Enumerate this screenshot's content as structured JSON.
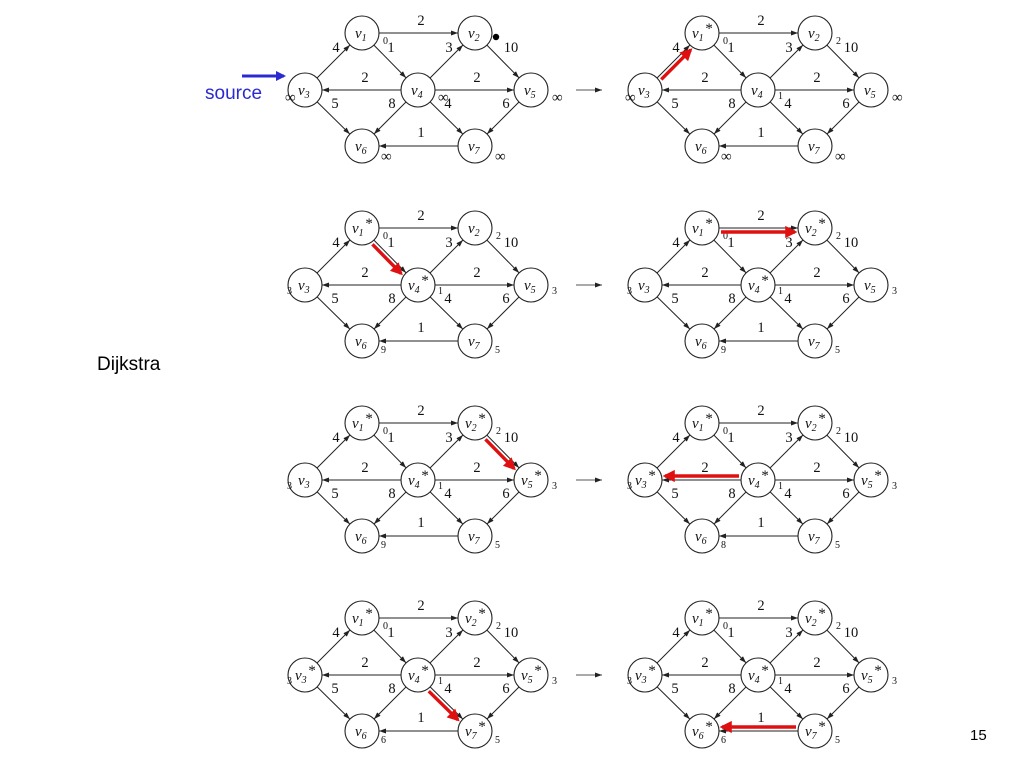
{
  "slide": {
    "side_label": "Dijkstra",
    "source_label": "source",
    "page_number": "15",
    "colors": {
      "highlight": "#e01010",
      "source": "#2a2ad0"
    }
  },
  "graph": {
    "nodes": [
      {
        "id": "v1",
        "name": "v",
        "sub": "1"
      },
      {
        "id": "v2",
        "name": "v",
        "sub": "2"
      },
      {
        "id": "v3",
        "name": "v",
        "sub": "3"
      },
      {
        "id": "v4",
        "name": "v",
        "sub": "4"
      },
      {
        "id": "v5",
        "name": "v",
        "sub": "5"
      },
      {
        "id": "v6",
        "name": "v",
        "sub": "6"
      },
      {
        "id": "v7",
        "name": "v",
        "sub": "7"
      }
    ],
    "edges": [
      {
        "from": "v1",
        "to": "v2",
        "w": "2"
      },
      {
        "from": "v3",
        "to": "v1",
        "w": "4"
      },
      {
        "from": "v1",
        "to": "v4",
        "w": "1"
      },
      {
        "from": "v4",
        "to": "v2",
        "w": "3"
      },
      {
        "from": "v2",
        "to": "v5",
        "w": "10"
      },
      {
        "from": "v4",
        "to": "v3",
        "w": "2"
      },
      {
        "from": "v4",
        "to": "v5",
        "w": "2"
      },
      {
        "from": "v3",
        "to": "v6",
        "w": "5"
      },
      {
        "from": "v4",
        "to": "v6",
        "w": "8"
      },
      {
        "from": "v4",
        "to": "v7",
        "w": "4"
      },
      {
        "from": "v5",
        "to": "v7",
        "w": "6"
      },
      {
        "from": "v7",
        "to": "v6",
        "w": "1"
      }
    ]
  },
  "panels": [
    {
      "row": 0,
      "col": 0,
      "dist": {
        "v1": "0",
        "v2": "",
        "v3": "∞",
        "v4": "∞",
        "v5": "∞",
        "v6": "∞",
        "v7": "∞"
      },
      "known": [],
      "highlight": null,
      "source_marker": true,
      "dot_on": "v2"
    },
    {
      "row": 0,
      "col": 1,
      "dist": {
        "v1": "0",
        "v2": "2",
        "v3": "∞",
        "v4": "1",
        "v5": "∞",
        "v6": "∞",
        "v7": "∞"
      },
      "known": [
        "v1"
      ],
      "highlight": {
        "from": "v3",
        "to": "v1"
      }
    },
    {
      "row": 1,
      "col": 0,
      "dist": {
        "v1": "0",
        "v2": "2",
        "v3": "3",
        "v4": "1",
        "v5": "3",
        "v6": "9",
        "v7": "5"
      },
      "known": [
        "v1",
        "v4"
      ],
      "highlight": {
        "from": "v1",
        "to": "v4"
      }
    },
    {
      "row": 1,
      "col": 1,
      "dist": {
        "v1": "0",
        "v2": "2",
        "v3": "3",
        "v4": "1",
        "v5": "3",
        "v6": "9",
        "v7": "5"
      },
      "known": [
        "v1",
        "v2",
        "v4"
      ],
      "highlight": {
        "from": "v1",
        "to": "v2"
      }
    },
    {
      "row": 2,
      "col": 0,
      "dist": {
        "v1": "0",
        "v2": "2",
        "v3": "3",
        "v4": "1",
        "v5": "3",
        "v6": "9",
        "v7": "5"
      },
      "known": [
        "v1",
        "v2",
        "v4",
        "v5"
      ],
      "highlight": {
        "from": "v2",
        "to": "v5"
      }
    },
    {
      "row": 2,
      "col": 1,
      "dist": {
        "v1": "0",
        "v2": "2",
        "v3": "3",
        "v4": "1",
        "v5": "3",
        "v6": "8",
        "v7": "5"
      },
      "known": [
        "v1",
        "v2",
        "v3",
        "v4",
        "v5"
      ],
      "highlight": {
        "from": "v4",
        "to": "v3"
      }
    },
    {
      "row": 3,
      "col": 0,
      "dist": {
        "v1": "0",
        "v2": "2",
        "v3": "3",
        "v4": "1",
        "v5": "3",
        "v6": "6",
        "v7": "5"
      },
      "known": [
        "v1",
        "v2",
        "v3",
        "v4",
        "v5",
        "v7"
      ],
      "highlight": {
        "from": "v4",
        "to": "v7"
      }
    },
    {
      "row": 3,
      "col": 1,
      "dist": {
        "v1": "0",
        "v2": "2",
        "v3": "3",
        "v4": "1",
        "v5": "3",
        "v6": "6",
        "v7": "5"
      },
      "known": [
        "v1",
        "v2",
        "v3",
        "v4",
        "v5",
        "v6",
        "v7"
      ],
      "highlight": {
        "from": "v7",
        "to": "v6"
      }
    }
  ],
  "transitions": [
    "→",
    "→",
    "→",
    "→"
  ]
}
